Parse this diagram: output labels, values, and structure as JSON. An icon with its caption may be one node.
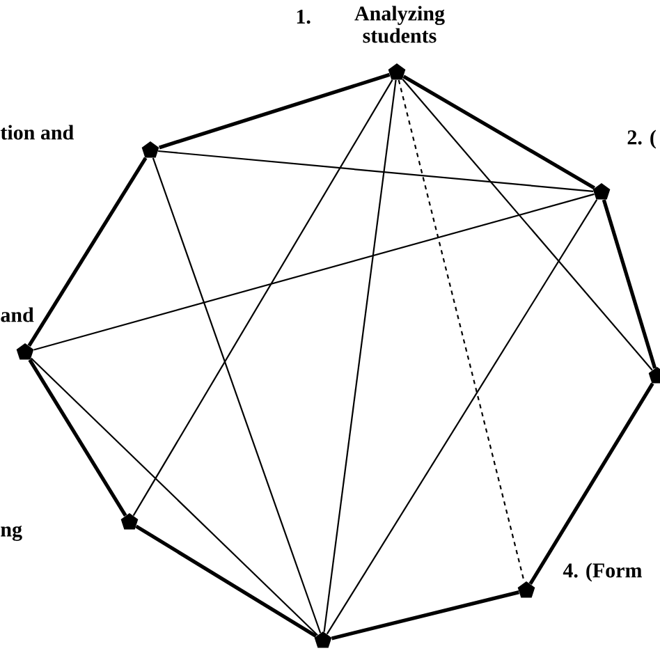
{
  "diagram": {
    "nodes": [
      {
        "text": [],
        "shape": "pentagon",
        "beside": [
          "1.",
          "Analyzing students"
        ]
      },
      {
        "text": [],
        "shape": "pentagon",
        "beside": [
          "2. ("
        ]
      },
      {
        "text": [],
        "shape": "pentagon"
      },
      {
        "text": [],
        "shape": "pentagon",
        "beside": [
          "4. (Form"
        ]
      },
      {
        "text": [],
        "shape": "pentagon"
      },
      {
        "text": [],
        "shape": "pentagon"
      },
      {
        "text": [],
        "shape": "pentagon",
        "beside": [
          "and"
        ]
      },
      {
        "text": [],
        "shape": "pentagon",
        "beside": [
          "tion and"
        ]
      }
    ],
    "edges": [
      {
        "from": 0,
        "to": 1,
        "arrow": "none",
        "style": "thick"
      },
      {
        "from": 1,
        "to": 2,
        "arrow": "none",
        "style": "thick"
      },
      {
        "from": 2,
        "to": 3,
        "arrow": "none",
        "style": "thick"
      },
      {
        "from": 3,
        "to": 4,
        "arrow": "none",
        "style": "thick"
      },
      {
        "from": 4,
        "to": 5,
        "arrow": "none",
        "style": "thick"
      },
      {
        "from": 5,
        "to": 6,
        "arrow": "none",
        "style": "thick"
      },
      {
        "from": 6,
        "to": 7,
        "arrow": "none",
        "style": "thick"
      },
      {
        "from": 7,
        "to": 0,
        "arrow": "none",
        "style": "thick"
      },
      {
        "from": 0,
        "to": 5,
        "arrow": "none"
      },
      {
        "from": 0,
        "to": 4,
        "arrow": "none"
      },
      {
        "from": 0,
        "to": 3,
        "arrow": "none",
        "style": "dashed"
      },
      {
        "from": 0,
        "to": 2,
        "arrow": "none"
      },
      {
        "from": 7,
        "to": 1,
        "arrow": "none"
      },
      {
        "from": 7,
        "to": 4,
        "arrow": "none"
      },
      {
        "from": 1,
        "to": 6,
        "arrow": "none"
      },
      {
        "from": 1,
        "to": 4,
        "arrow": "none"
      },
      {
        "from": 6,
        "to": 4,
        "arrow": "none"
      }
    ],
    "labels": [
      "ng"
    ]
  }
}
